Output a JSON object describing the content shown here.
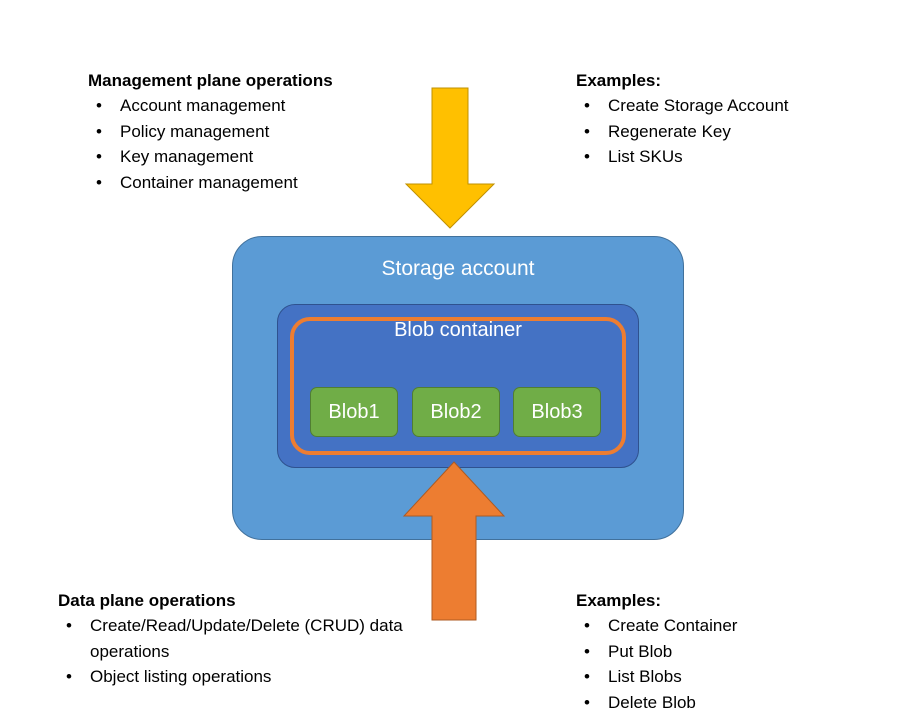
{
  "diagram": {
    "storage_account": {
      "label": "Storage account",
      "fill": "#5B9BD5"
    },
    "blob_container": {
      "label": "Blob container",
      "fill": "#4472C4",
      "outline_color": "#ED7D31"
    },
    "blobs": [
      {
        "label": "Blob1"
      },
      {
        "label": "Blob2"
      },
      {
        "label": "Blob3"
      }
    ],
    "blob_fill": "#70AD47",
    "arrows": [
      {
        "name": "management-plane-arrow",
        "direction": "down",
        "color": "#FFC000"
      },
      {
        "name": "data-plane-arrow",
        "direction": "up",
        "color": "#ED7D31"
      }
    ]
  },
  "management_plane": {
    "title": "Management plane operations",
    "items": [
      "Account management",
      "Policy management",
      "Key management",
      "Container management"
    ]
  },
  "management_examples": {
    "title": "Examples:",
    "items": [
      "Create Storage Account",
      "Regenerate Key",
      "List SKUs"
    ]
  },
  "data_plane": {
    "title": "Data plane operations",
    "items": [
      "Create/Read/Update/Delete (CRUD) data operations",
      "Object listing operations"
    ]
  },
  "data_examples": {
    "title": "Examples:",
    "items": [
      "Create Container",
      "Put Blob",
      "List Blobs",
      "Delete Blob"
    ]
  },
  "bullet_glyph": "•"
}
